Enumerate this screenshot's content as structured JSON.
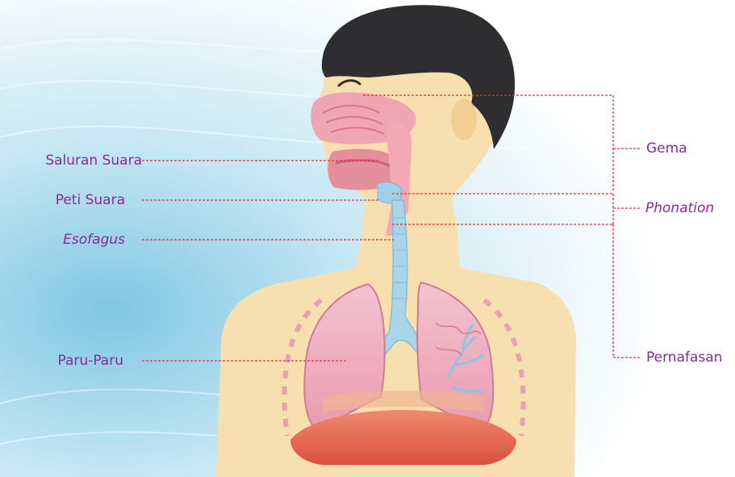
{
  "labels": {
    "saluran_suara": "Saluran Suara",
    "peti_suara": "Peti Suara",
    "esofagus": "Esofagus",
    "paru_paru": "Paru-Paru",
    "gema": "Gema",
    "phonation": "Phonation",
    "pernafasan": "Pernafasan"
  },
  "colors": {
    "label_text": "#8a2b8f",
    "leader_line": "#e0323a",
    "skin": "#f7dfb0",
    "hair": "#2e2d2f",
    "lung": "#e9a3b5",
    "trachea": "#a9d5ea",
    "diaphragm": "#e3604f",
    "background_wave": "#8ccbe4"
  }
}
